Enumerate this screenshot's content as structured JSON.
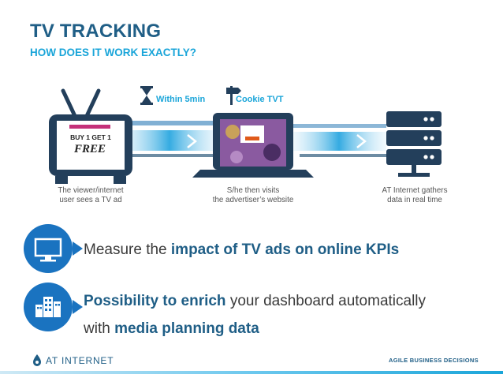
{
  "header": {
    "title": "TV TRACKING",
    "subtitle": "HOW DOES IT WORK EXACTLY?"
  },
  "diagram": {
    "timer_label": "Within 5min",
    "cookie_label": "Cookie TVT",
    "tv_ad": {
      "line1": "BUY 1 GET 1",
      "line2": "FREE"
    },
    "steps": [
      {
        "line1": "The viewer/internet",
        "line2": "user sees a TV ad"
      },
      {
        "line1": "S/he then visits",
        "line2": "the advertiser’s website"
      },
      {
        "line1": "AT Internet gathers",
        "line2": "data in real time"
      }
    ],
    "icons": [
      "hourglass-icon",
      "signpost-icon",
      "tv-icon",
      "laptop-icon",
      "server-icon",
      "arrow-right-icon"
    ]
  },
  "bullets": [
    {
      "icon": "screen-icon",
      "plain1": "Measure the ",
      "bold1": "impact of TV ads on online KPIs",
      "plain2": "",
      "line2_plain": "",
      "line2_bold": ""
    },
    {
      "icon": "city-icon",
      "plain1": "",
      "bold1": "Possibility to enrich",
      "plain2": " your dashboard automatically",
      "line2_plain": "with ",
      "line2_bold": "media planning data"
    }
  ],
  "footer": {
    "logo_text": "AT INTERNET",
    "tagline": "AGILE BUSINESS DECISIONS"
  },
  "colors": {
    "navy": "#1f5e86",
    "accent": "#1aa5d9",
    "circle": "#1a73c0"
  }
}
